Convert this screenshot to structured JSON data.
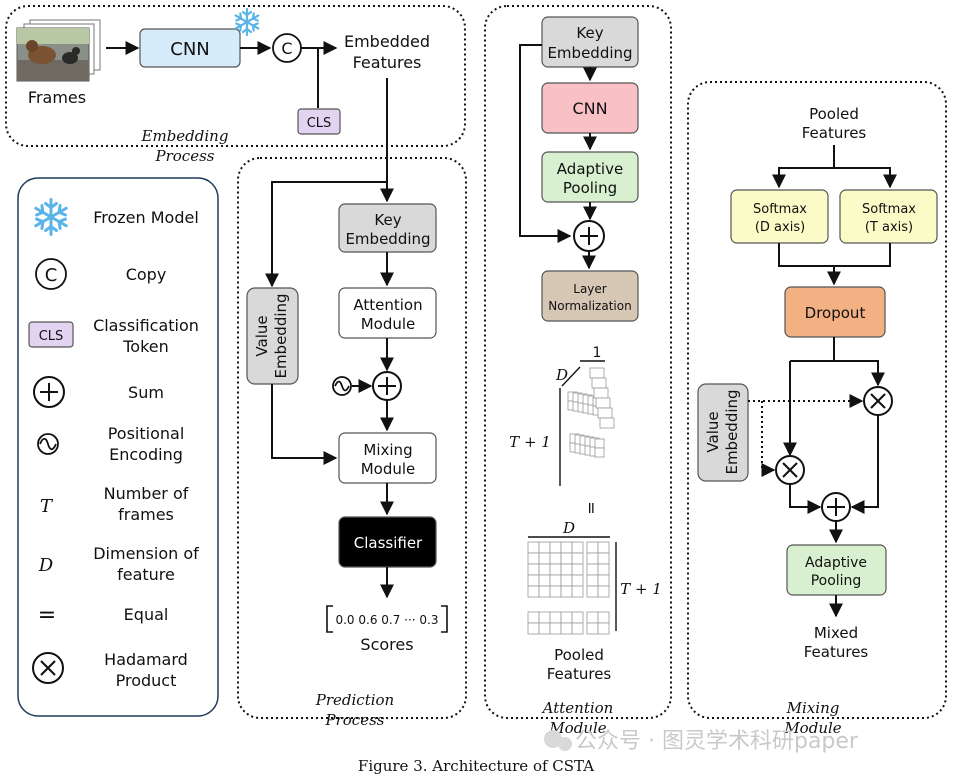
{
  "caption": "Figure 3. Architecture of CSTA",
  "watermark": "公众号 · 图灵学术科研paper",
  "colors": {
    "cnn": "#d6ecfb",
    "cnn_attention": "#f9c0c5",
    "adaptive_pooling": "#d8f0cf",
    "key_embedding": "#d9d9d9",
    "layer_norm": "#d6c6b4",
    "softmax": "#fbfbc7",
    "dropout": "#f2b083",
    "cls": "#e2d3f1",
    "classifier": "#000000"
  },
  "embedding": {
    "frames_label": "Frames",
    "cnn_label": "CNN",
    "copy_symbol": "C",
    "cls_label": "CLS",
    "features_line1": "Embedded",
    "features_line2": "Features",
    "panel_line1": "Embedding",
    "panel_line2": "Process"
  },
  "legend": [
    {
      "icon": "snowflake-icon",
      "line1": "Frozen Model",
      "line2": ""
    },
    {
      "icon": "copy-icon",
      "line1": "Copy",
      "line2": ""
    },
    {
      "icon": "cls-icon",
      "line1": "Classification",
      "line2": "Token"
    },
    {
      "icon": "sum-icon",
      "line1": "Sum",
      "line2": ""
    },
    {
      "icon": "positional-encoding-icon",
      "line1": "Positional",
      "line2": "Encoding"
    },
    {
      "icon": "t-symbol",
      "line1": "Number of",
      "line2": "frames"
    },
    {
      "icon": "d-symbol",
      "line1": "Dimension of",
      "line2": "feature"
    },
    {
      "icon": "equal-icon",
      "line1": "Equal",
      "line2": ""
    },
    {
      "icon": "hadamard-icon",
      "line1": "Hadamard",
      "line2": "Product"
    }
  ],
  "symbols": {
    "T": "T",
    "D": "D",
    "equal": "=",
    "one": "1",
    "t_plus_1": "T + 1"
  },
  "prediction": {
    "key_line1": "Key",
    "key_line2": "Embedding",
    "value_line1": "Value",
    "value_line2": "Embedding",
    "attention_line1": "Attention",
    "attention_line2": "Module",
    "mixing_line1": "Mixing",
    "mixing_line2": "Module",
    "classifier": "Classifier",
    "scores_values": "0.0  0.6  0.7  ···  0.3",
    "scores_label": "Scores",
    "panel_line1": "Prediction",
    "panel_line2": "Process"
  },
  "attention": {
    "key_line1": "Key",
    "key_line2": "Embedding",
    "cnn": "CNN",
    "pool_line1": "Adaptive",
    "pool_line2": "Pooling",
    "norm_line1": "Layer",
    "norm_line2": "Normalization",
    "pooled_line1": "Pooled",
    "pooled_line2": "Features",
    "panel_line1": "Attention",
    "panel_line2": "Module"
  },
  "mixing": {
    "pooled_line1": "Pooled",
    "pooled_line2": "Features",
    "softmax_d_line1": "Softmax",
    "softmax_d_line2": "(D axis)",
    "softmax_t_line1": "Softmax",
    "softmax_t_line2": "(T axis)",
    "dropout": "Dropout",
    "value_line1": "Value",
    "value_line2": "Embedding",
    "pool_line1": "Adaptive",
    "pool_line2": "Pooling",
    "mixed_line1": "Mixed",
    "mixed_line2": "Features",
    "panel_line1": "Mixing",
    "panel_line2": "Module"
  }
}
